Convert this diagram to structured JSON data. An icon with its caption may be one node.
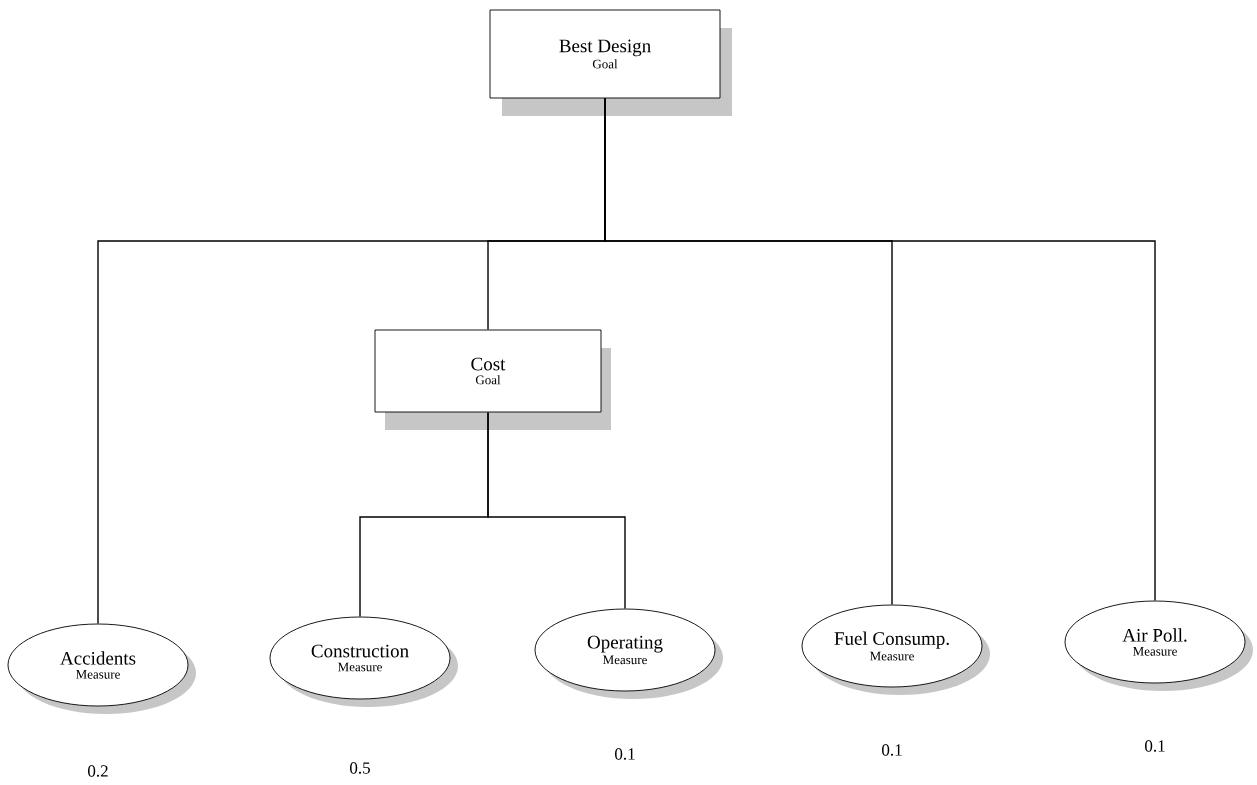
{
  "diagram": {
    "nodes": [
      {
        "text": [
          "Best Design",
          "Goal"
        ]
      },
      {
        "text": [
          "Cost",
          "Goal"
        ]
      },
      {
        "text": [
          "Accidents",
          "Measure"
        ],
        "beside": [
          "0.2"
        ]
      },
      {
        "text": [
          "Construction",
          "Measure"
        ],
        "beside": [
          "0.5"
        ]
      },
      {
        "text": [
          "Operating",
          "Measure"
        ],
        "beside": [
          "0.1"
        ]
      },
      {
        "text": [
          "Fuel Consump.",
          "Measure"
        ],
        "beside": [
          "0.1"
        ]
      },
      {
        "text": [
          "Air Poll.",
          "Measure"
        ],
        "beside": [
          "0.1"
        ]
      }
    ],
    "edges": [
      {
        "from": 0,
        "to": 1,
        "arrow": "none"
      },
      {
        "from": 0,
        "to": 2,
        "arrow": "none"
      },
      {
        "from": 0,
        "to": 5,
        "arrow": "none"
      },
      {
        "from": 0,
        "to": 6,
        "arrow": "none"
      },
      {
        "from": 1,
        "to": 3,
        "arrow": "none"
      },
      {
        "from": 1,
        "to": 4,
        "arrow": "none"
      }
    ]
  }
}
